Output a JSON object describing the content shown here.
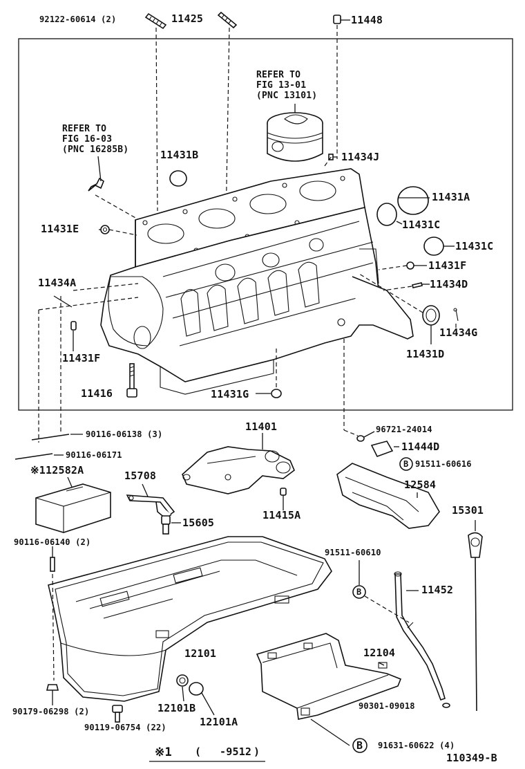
{
  "diagram_code": "110349-B",
  "footnote": {
    "mark": "※1",
    "range": "-9512"
  },
  "refs": {
    "fig_13": {
      "line1": "REFER TO",
      "line2": "FIG 13-01",
      "line3": "(PNC 13101)"
    },
    "fig_16": {
      "line1": "REFER TO",
      "line2": "FIG 16-03",
      "line3": "(PNC 16285B)"
    }
  },
  "labels": {
    "p92122": "92122-60614 (2)",
    "p11425": "11425",
    "p11448": "11448",
    "p11431B": "11431B",
    "p11434J": "11434J",
    "p11431A": "11431A",
    "p11431C_1": "11431C",
    "p11431C_2": "11431C",
    "p11431E": "11431E",
    "p11431F_1": "11431F",
    "p11434D": "11434D",
    "p11434A": "11434A",
    "p11434G": "11434G",
    "p11431F_2": "11431F",
    "p11431D": "11431D",
    "p11416": "11416",
    "p11431G": "11431G",
    "p11401": "11401",
    "p90116_06138": "90116-06138 (3)",
    "p90116_06171": "90116-06171",
    "p112582A": "※112582A",
    "p96721": "96721-24014",
    "p11444D": "11444D",
    "p91511_60616": "91511-60616",
    "p15708": "15708",
    "p15605": "15605",
    "p11415A": "11415A",
    "p12584": "12584",
    "p15301": "15301",
    "p90116_06140": "90116-06140 (2)",
    "p91511_60610": "91511-60610",
    "p11452": "11452",
    "p12101": "12101",
    "p12104": "12104",
    "p90179": "90179-06298 (2)",
    "p12101B": "12101B",
    "p12101A": "12101A",
    "p90301": "90301-09018",
    "p90119": "90119-06754 (22)",
    "p91631": "91631-60622 (4)",
    "circle_b": "B"
  }
}
